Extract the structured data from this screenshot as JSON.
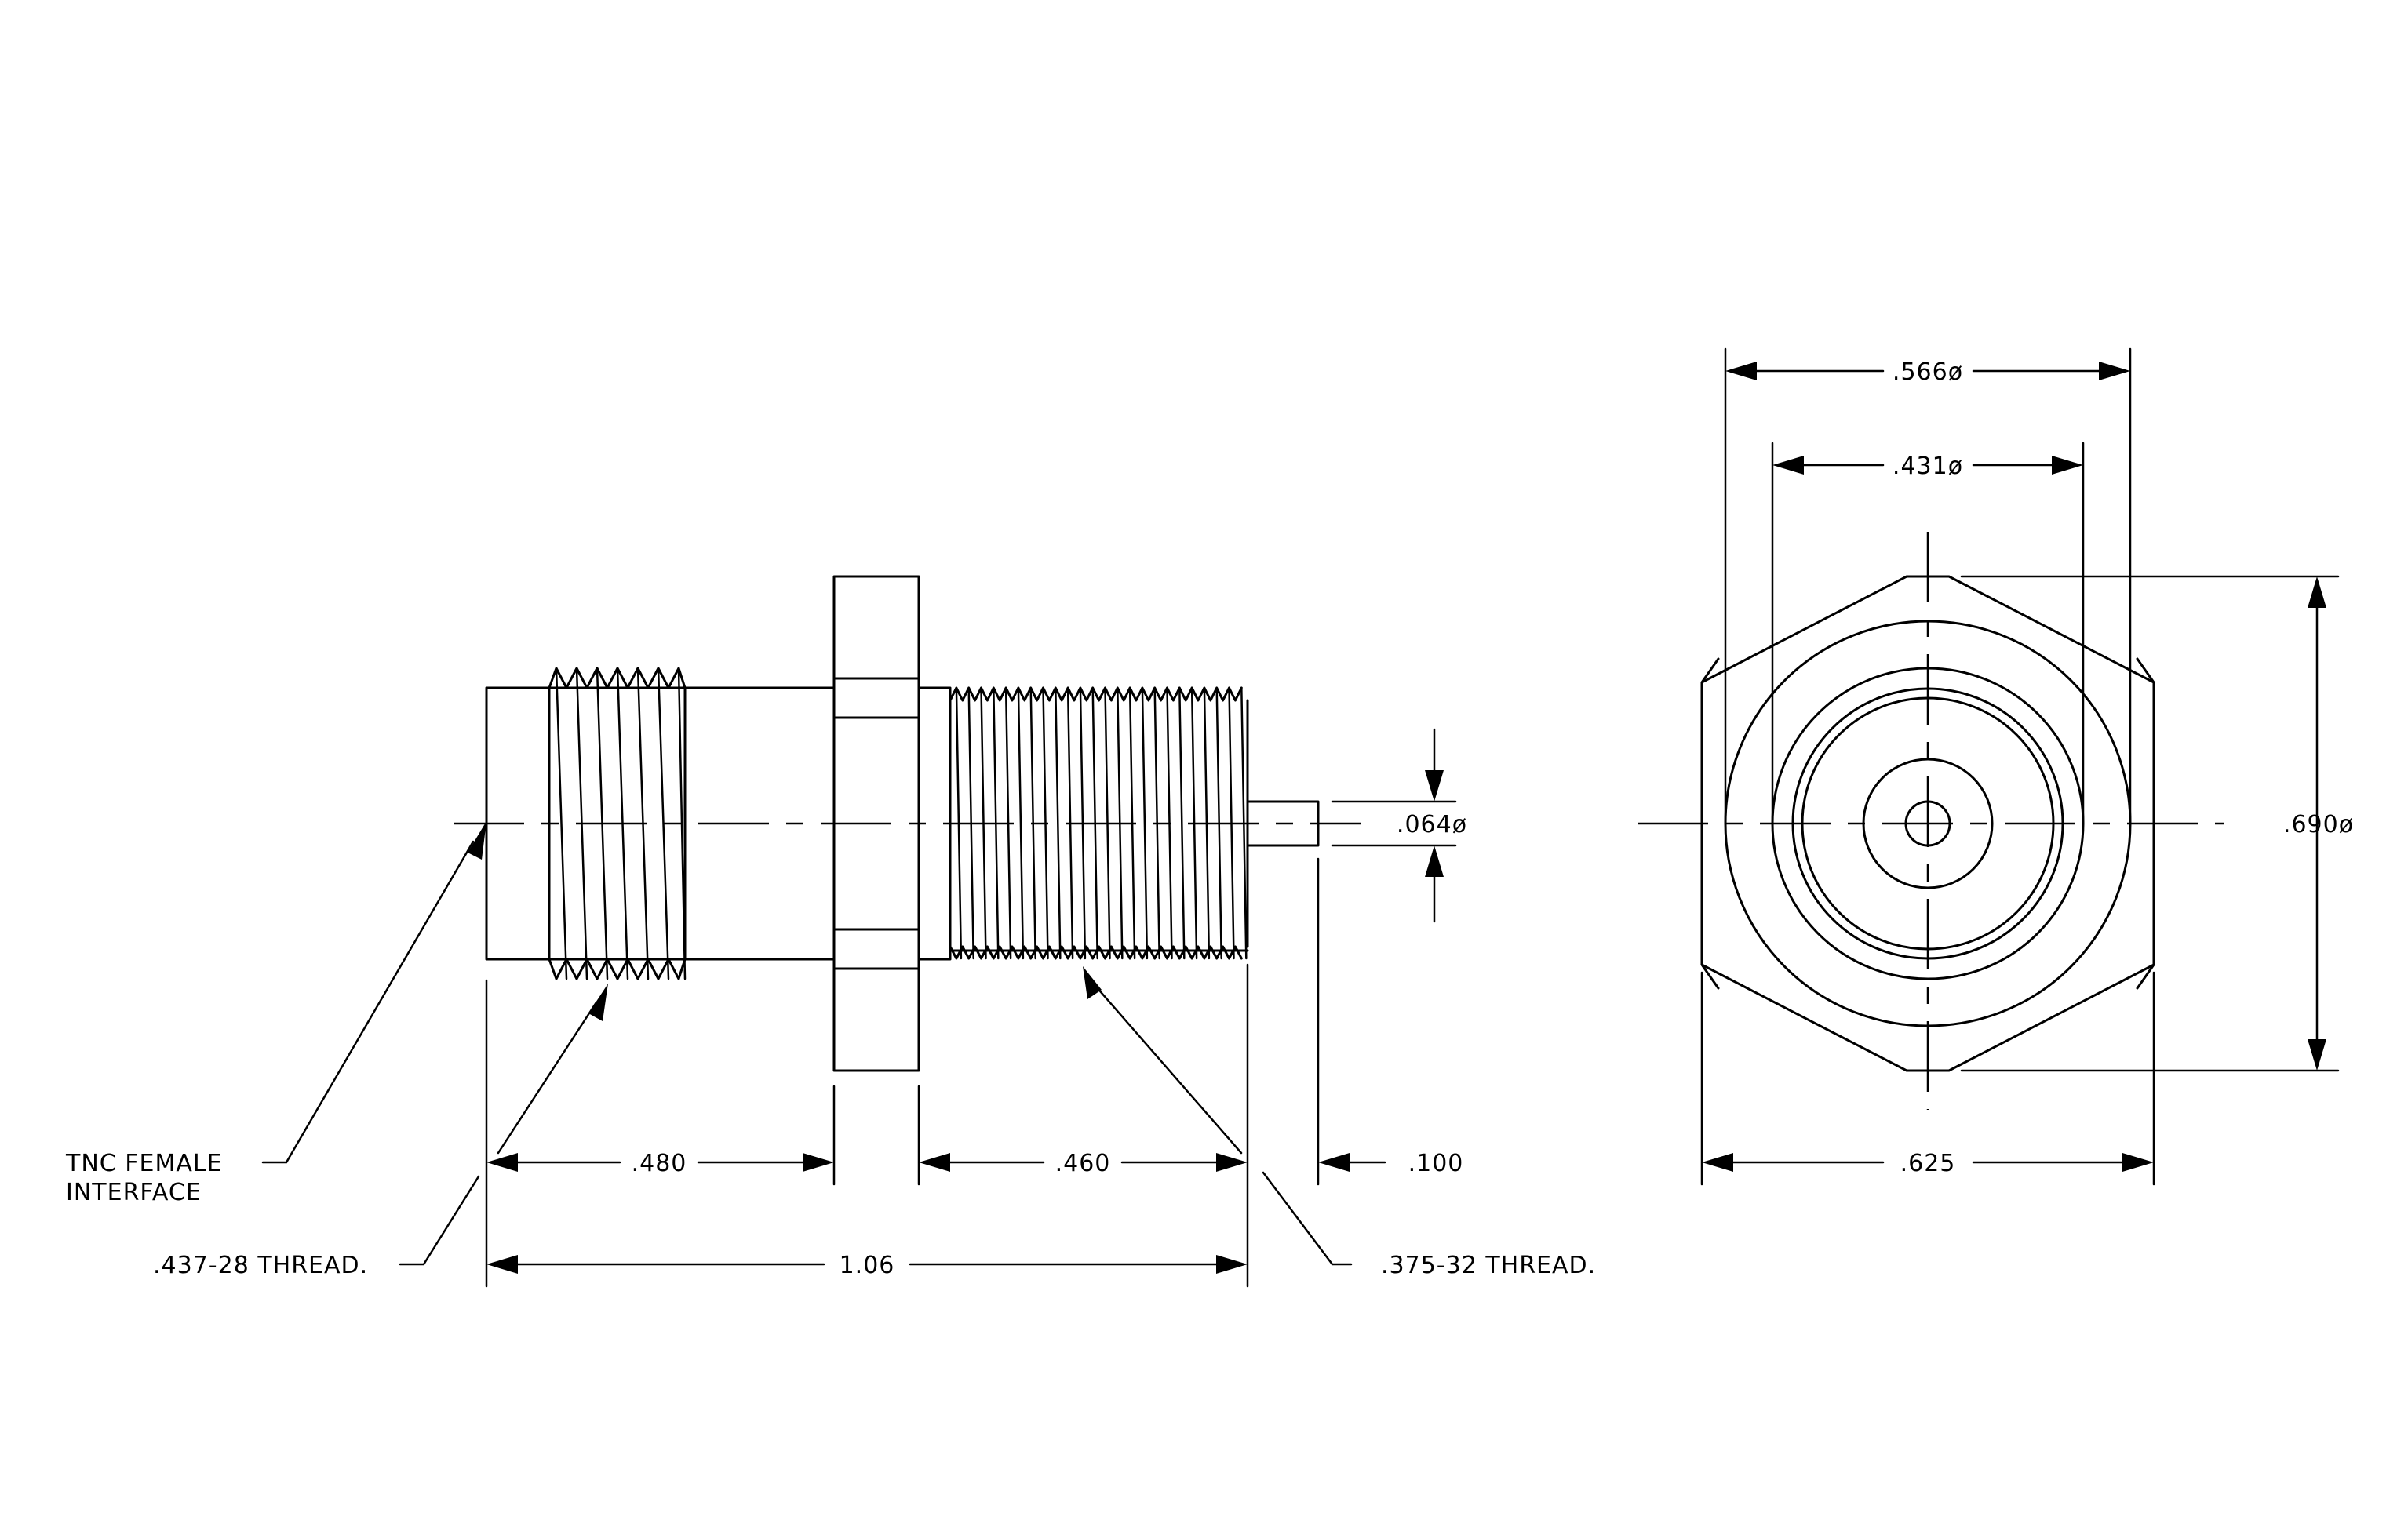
{
  "labels": {
    "tnc_line1": "TNC FEMALE",
    "tnc_line2": "INTERFACE",
    "thread_437": ".437-28 THREAD.",
    "thread_375": ".375-32 THREAD.",
    "dim_480": ".480",
    "dim_460": ".460",
    "dim_100": ".100",
    "dim_106": "1.06",
    "dim_064": ".064ø",
    "dim_566": ".566ø",
    "dim_431": ".431ø",
    "dim_690": ".690ø",
    "dim_625": ".625"
  }
}
